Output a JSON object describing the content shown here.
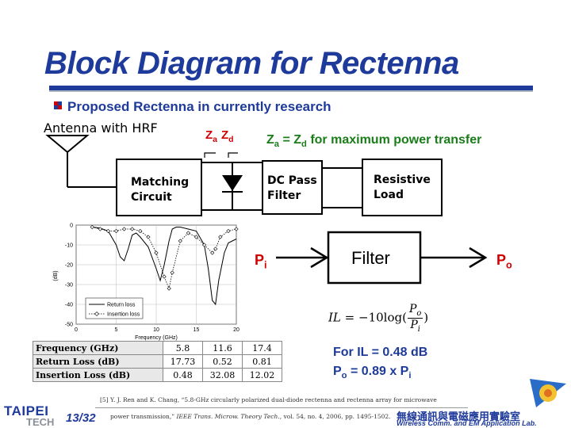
{
  "title": "Block Diagram for Rectenna",
  "subtitle": "Proposed Rectenna in currently research",
  "circuit": {
    "antenna_label": "Antenna with HRF",
    "za": "Z",
    "za_sub": "a",
    "zd": "Z",
    "zd_sub": "d",
    "condition_z1": "Z",
    "condition_sub1": "a",
    "condition_eq": " = Z",
    "condition_sub2": "d",
    "condition_text": " for maximum power transfer",
    "matching_line1": "Matching",
    "matching_line2": "Circuit",
    "dcpass_line1": "DC Pass",
    "dcpass_line2": "Filter",
    "load_line1": "Resistive",
    "load_line2": "Load"
  },
  "filter_block": {
    "label": "Filter",
    "input": "P",
    "input_sub": "i",
    "output": "P",
    "output_sub": "o"
  },
  "formula": {
    "lhs": "IL",
    "rhs_prefix": " = −10log(",
    "numerator": "P",
    "numerator_sub": "o",
    "denominator": "P",
    "denominator_sub": "i",
    "rhs_suffix": ")"
  },
  "results": {
    "il_line": "For IL = 0.48 dB",
    "po_prefix": "P",
    "po_sub": "o",
    "po_mid": " = 0.89 x P",
    "po_sub2": "i"
  },
  "chart_data": {
    "type": "line",
    "xlabel": "Frequency (GHz)",
    "ylabel": "(dB)",
    "xlim": [
      0,
      20
    ],
    "ylim": [
      -50,
      0
    ],
    "xticks": [
      "0",
      "5",
      "10",
      "15",
      "20"
    ],
    "yticks": [
      "0",
      "-10",
      "-20",
      "-30",
      "-40",
      "-50"
    ],
    "grid": true,
    "legend_position": "bottom-left",
    "series": [
      {
        "name": "Return loss",
        "style": "solid",
        "x": [
          2,
          3,
          4,
          5,
          5.5,
          6,
          6.5,
          7,
          7.5,
          8,
          9,
          10,
          10.5,
          11,
          11.6,
          12,
          12.5,
          13,
          14,
          15,
          16,
          16.5,
          17,
          17.4,
          17.8,
          18.5,
          19,
          20
        ],
        "y": [
          -1,
          -1.5,
          -3,
          -10,
          -16,
          -18,
          -12,
          -5,
          -4,
          -6,
          -11,
          -22,
          -28,
          -20,
          -8,
          -2,
          -1,
          -1,
          -2,
          -3,
          -10,
          -22,
          -38,
          -40,
          -28,
          -14,
          -9,
          -7
        ]
      },
      {
        "name": "Insertion loss",
        "style": "dotted-diamond",
        "x": [
          2,
          3,
          4,
          5,
          6,
          7,
          8,
          9,
          10,
          11,
          11.6,
          12,
          13,
          14,
          15,
          16,
          17,
          17.4,
          18,
          19,
          20
        ],
        "y": [
          -1,
          -2,
          -3,
          -3,
          -2,
          -2,
          -3,
          -6,
          -14,
          -26,
          -32,
          -24,
          -8,
          -4,
          -6,
          -10,
          -14,
          -12,
          -6,
          -3,
          -2
        ]
      }
    ]
  },
  "table": {
    "headers": [
      "Frequency (GHz)",
      "Return Loss (dB)",
      "Insertion Loss (dB)"
    ],
    "rows": [
      [
        "5.8",
        "11.6",
        "17.4"
      ],
      [
        "17.73",
        "0.52",
        "0.81"
      ],
      [
        "0.48",
        "32.08",
        "12.02"
      ]
    ]
  },
  "reference": {
    "line1": "[5] Y. J. Ren and K. Chang,   “5.8-GHz circularly polarized dual-diode rectenna and rectenna array for microwave",
    "line2_a": "power transmission,”",
    "line2_journal": "IEEE Trans. Microw. Theory Tech.",
    "line2_b": ", vol. 54, no. 4, 2006, pp. 1495-1502."
  },
  "footer": {
    "logo_top": "TAIPEI",
    "logo_bottom": "TECH",
    "page": "13/32",
    "lab_cn": "無線通訊與電磁應用實驗室",
    "lab_en": "Wireless Comm. and EM Application Lab."
  },
  "colors": {
    "title_blue": "#1e3a9a",
    "accent_red": "#d00000",
    "accent_green": "#1a7d1a"
  }
}
